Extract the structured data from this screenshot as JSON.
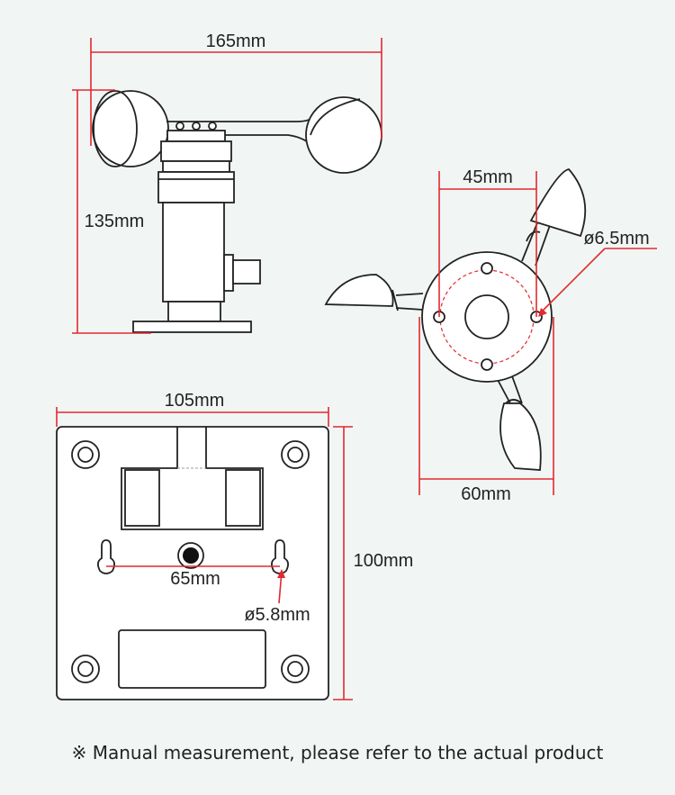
{
  "colors": {
    "dimension_line": "#e3282f",
    "outline": "#222222",
    "background": "#f1f6f5"
  },
  "side_view": {
    "width_label": "165mm",
    "height_label": "135mm"
  },
  "top_view": {
    "hole_spacing_label": "45mm",
    "hole_diameter_label": "ø6.5mm",
    "base_diameter_label": "60mm"
  },
  "plate_view": {
    "width_label": "105mm",
    "height_label": "100mm",
    "slot_spacing_label": "65mm",
    "slot_diameter_label": "ø5.8mm"
  },
  "footer": {
    "note": "※ Manual measurement, please refer to the actual product"
  }
}
